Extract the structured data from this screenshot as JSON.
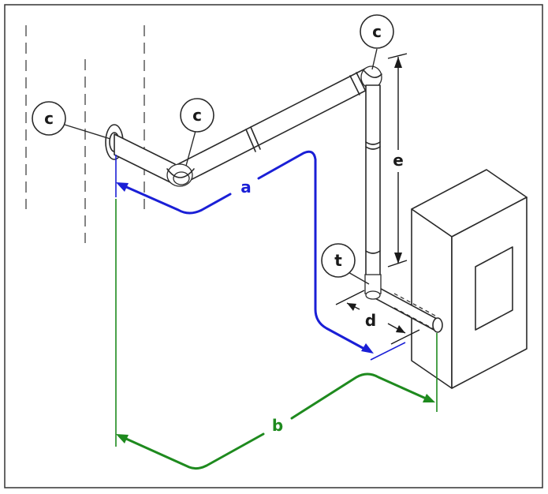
{
  "callouts": {
    "c1": "c",
    "c2": "c",
    "c3": "c",
    "t": "t"
  },
  "dimensions": {
    "a": "a",
    "b": "b",
    "d": "d",
    "e": "e"
  },
  "colors": {
    "dimension_a": "#1a1fd6",
    "dimension_b": "#1e8a1e",
    "outline": "#2a2a2a",
    "background": "#ffffff"
  }
}
